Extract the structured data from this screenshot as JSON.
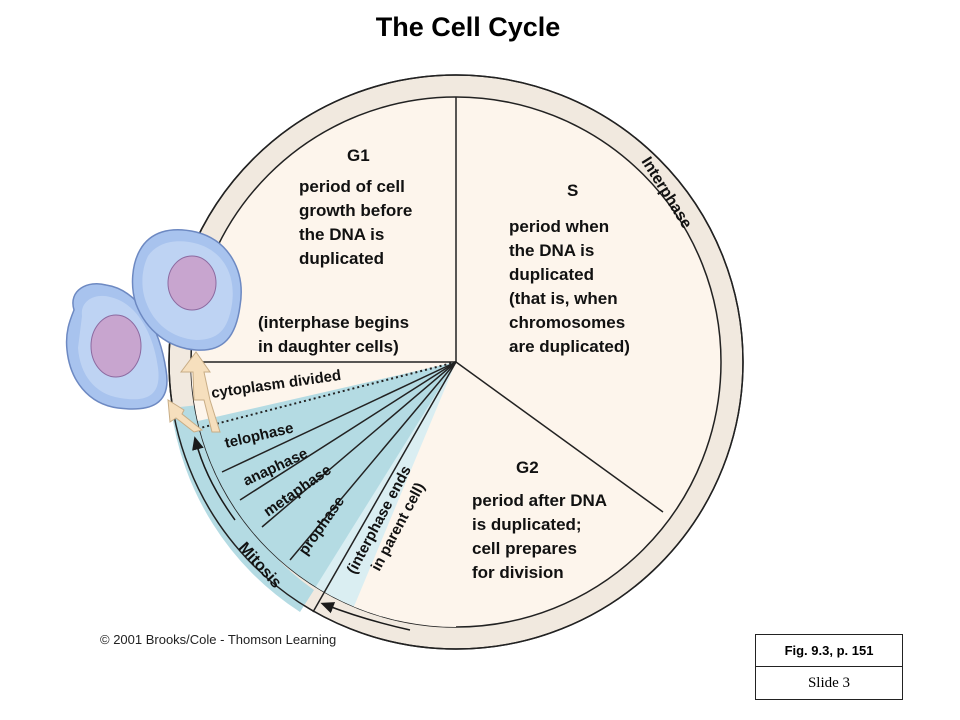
{
  "title": "The Cell Cycle",
  "ring": {
    "interphase_label": "Interphase",
    "mitosis_label": "Mitosis"
  },
  "g1": {
    "heading": "G1",
    "lines": [
      "period of cell",
      "growth before",
      "the DNA is",
      "duplicated"
    ],
    "note_lines": [
      "(interphase begins",
      "in daughter cells)"
    ]
  },
  "s": {
    "heading": "S",
    "lines": [
      "period when",
      "the DNA is",
      "duplicated",
      "(that is, when",
      "chromosomes",
      "are duplicated)"
    ]
  },
  "g2": {
    "heading": "G2",
    "lines": [
      "period after DNA",
      "is duplicated;",
      "cell prepares",
      "for division"
    ]
  },
  "mitosis_phases": {
    "cytoplasm": "cytoplasm divided",
    "telophase": "telophase",
    "anaphase": "anaphase",
    "metaphase": "metaphase",
    "prophase": "prophase",
    "interphase_ends": [
      "(interphase ends",
      "in parent cell)"
    ]
  },
  "colors": {
    "ring": "#f1e9df",
    "interphase_fill": "#fdf5ec",
    "mitosis_teal": "#b4dbe3",
    "mitosis_light": "#daeef2",
    "prophase_fill": "#e7f4f6",
    "cell_blue": "#a8c3ee",
    "nucleus": "#c8a5cf",
    "arrow": "#f6dfbd"
  },
  "footer": {
    "copyright": "© 2001 Brooks/Cole - Thomson Learning",
    "fig_ref": "Fig. 9.3, p. 151",
    "slide": "Slide 3"
  }
}
